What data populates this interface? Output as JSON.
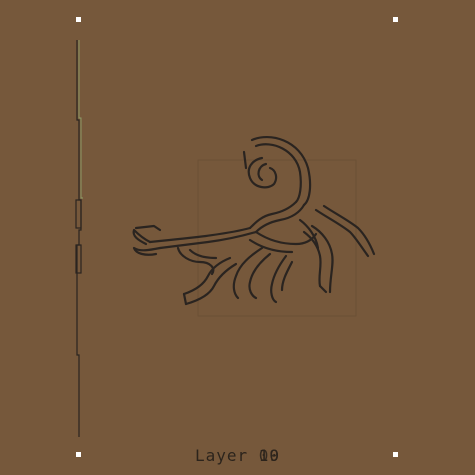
{
  "canvas": {
    "background": "#76583b",
    "outline_color": "#2a2420",
    "highlight_color": "#8fa06a",
    "hole_color": "#ffffff"
  },
  "layer_label": {
    "prefix": "Layer ",
    "number": "10",
    "overlay_number": "09"
  },
  "icons": {
    "scorpion": "scorpion-cutout-icon",
    "holes": "mounting-hole-icon"
  }
}
